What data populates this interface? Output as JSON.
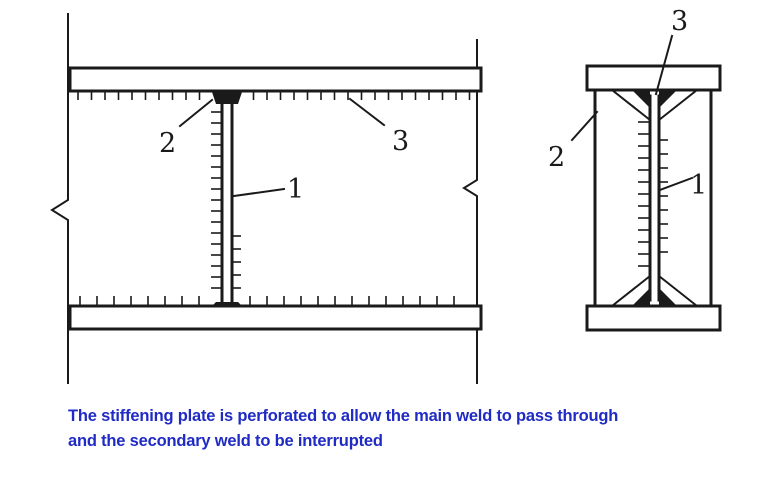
{
  "labels": {
    "side_view": {
      "stiffener": "1",
      "main_weld": "2",
      "secondary_weld": "3"
    },
    "section_view": {
      "stiffener": "1",
      "main_weld": "2",
      "secondary_weld": "3"
    }
  },
  "caption": {
    "line1": "The stiffening plate is perforated to allow the main weld to pass through",
    "line2": "and the secondary weld to be interrupted",
    "color": "#1f2bc4"
  }
}
